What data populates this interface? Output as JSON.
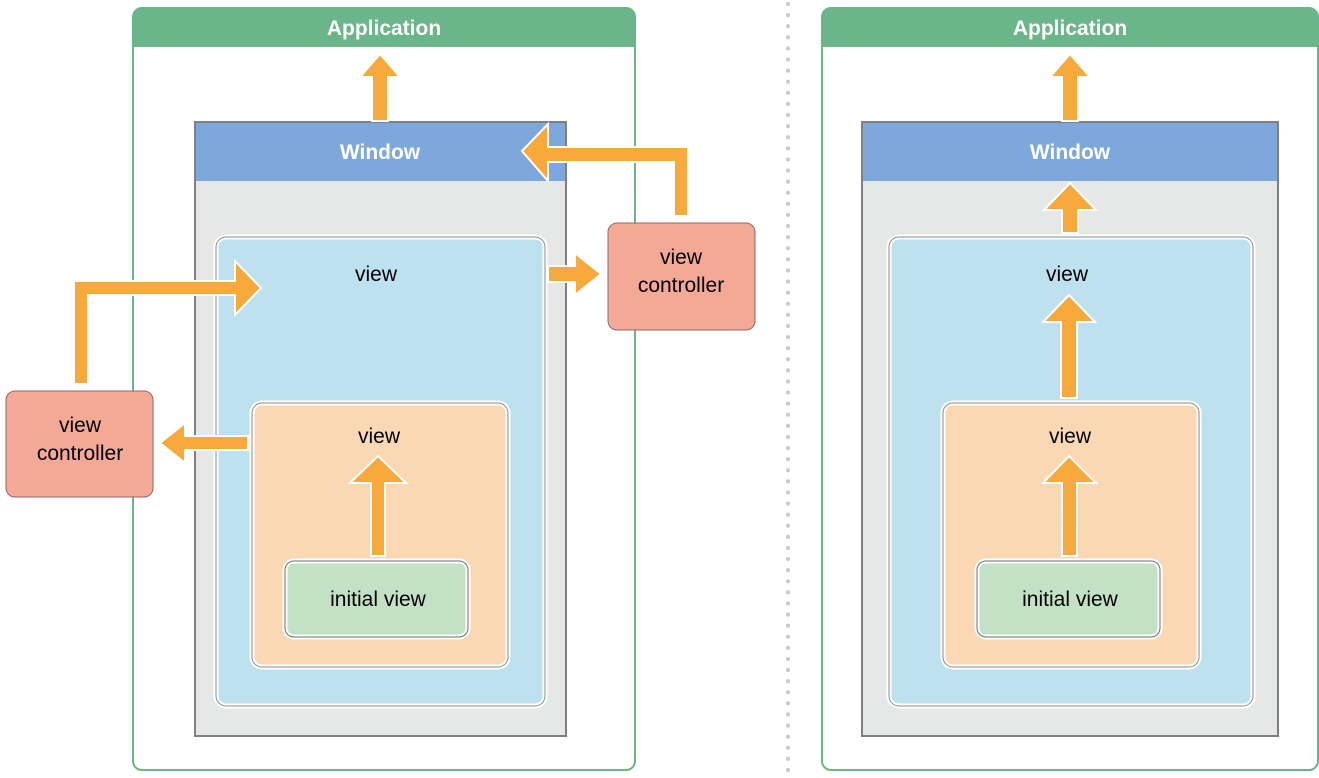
{
  "left": {
    "application_label": "Application",
    "window_label": "Window",
    "outer_view_label": "view",
    "inner_view_label": "view",
    "initial_view_label": "initial view",
    "view_controller_right": {
      "line1": "view",
      "line2": "controller"
    },
    "view_controller_left": {
      "line1": "view",
      "line2": "controller"
    }
  },
  "right": {
    "application_label": "Application",
    "window_label": "Window",
    "outer_view_label": "view",
    "inner_view_label": "view",
    "initial_view_label": "initial view"
  },
  "colors": {
    "application_header": "#6ab58a",
    "application_border": "#6ab58a",
    "window_header": "#7ea8dc",
    "window_body": "#e6e7e7",
    "outer_view": "#bde1ee",
    "inner_view": "#fad8b3",
    "initial_view": "#c3e2c5",
    "view_controller": "#f4a896",
    "arrow": "#f7a93c",
    "divider": "#c9c9c9"
  }
}
